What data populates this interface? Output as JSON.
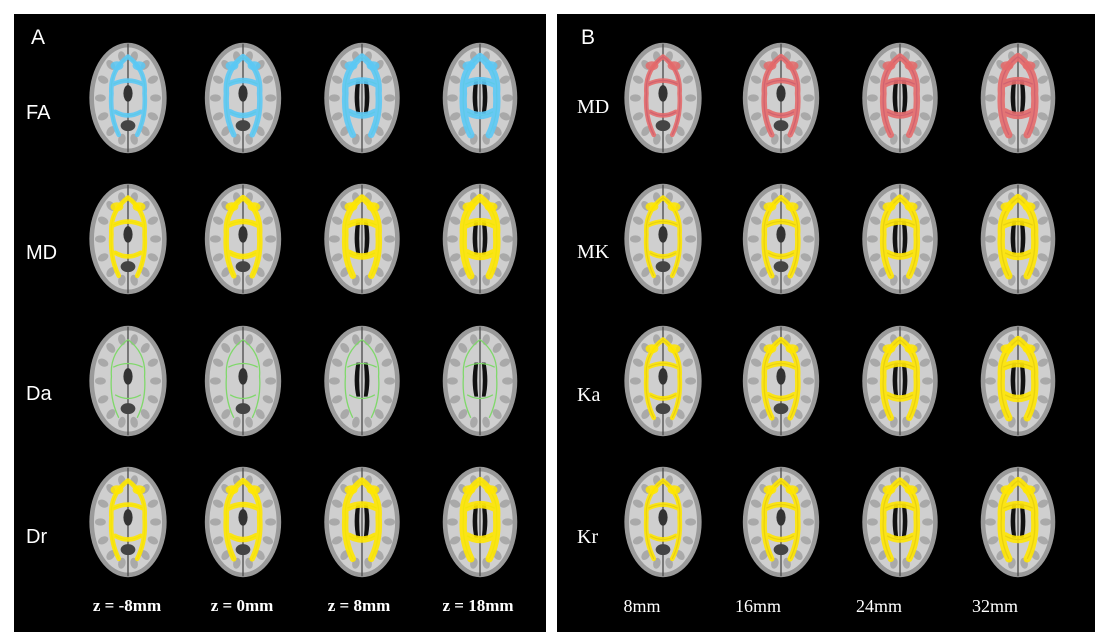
{
  "panel_a": {
    "letter": "A",
    "rows": [
      "FA",
      "MD",
      "Da",
      "Dr"
    ],
    "columns": [
      "z = -8mm",
      "z = 0mm",
      "z = 8mm",
      "z = 18mm"
    ],
    "row_overlay_colors": [
      "#5bc8f5",
      "#ffe600",
      "none",
      "#ffe600"
    ],
    "skeleton_color": "#7fd86a"
  },
  "panel_b": {
    "letter": "B",
    "rows": [
      "MD",
      "MK",
      "Ka",
      "Kr"
    ],
    "columns": [
      "8mm",
      "16mm",
      "24mm",
      "32mm"
    ],
    "row_overlay_colors": [
      "#e46a6a",
      "#ffe600",
      "#ffe600",
      "#ffe600"
    ],
    "skeleton_color": "#1a1aa0"
  }
}
